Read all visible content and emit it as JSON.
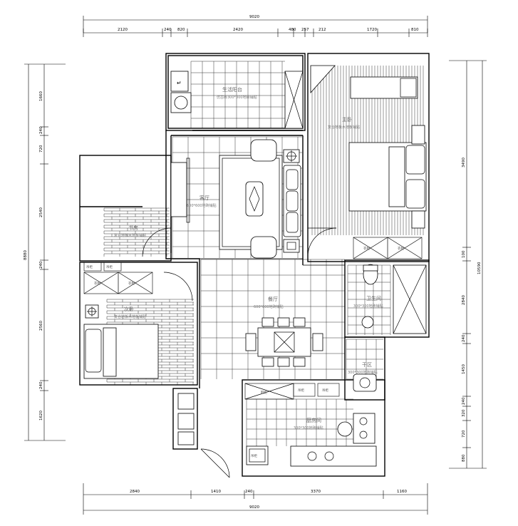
{
  "title": "",
  "dims": {
    "top_total": "9020",
    "top_parts": [
      "2120",
      "240",
      "820",
      "2420",
      "480",
      "257",
      "212",
      "1720",
      "810"
    ],
    "bottom_total": "9020",
    "bottom_parts": [
      "2840",
      "1410",
      "240",
      "3370",
      "1160"
    ],
    "left_total": "8880",
    "left_parts": [
      "1660",
      "240",
      "720",
      "2540",
      "240",
      "2560",
      "240",
      "1620"
    ],
    "right_total": "10590",
    "right_parts": [
      "3490",
      "100",
      "2840",
      "240",
      "1450",
      "240",
      "320",
      "720",
      "880"
    ]
  },
  "rooms": {
    "balcony": {
      "name": "生活阳台",
      "finish": "仿古砖300*300地砖铺贴"
    },
    "living": {
      "name": "客厅",
      "finish": "600*600地砖铺贴"
    },
    "study": {
      "name": "书房",
      "finish": "复合地板木地板铺贴"
    },
    "master": {
      "name": "主卧",
      "finish": "复合地板木地板铺贴"
    },
    "second": {
      "name": "次卧",
      "finish": "复合地板木地板铺贴"
    },
    "dining": {
      "name": "餐厅",
      "finish": "600*600地砖铺贴"
    },
    "bath": {
      "name": "卫生间",
      "finish": "300*300地砖铺贴"
    },
    "dry": {
      "name": "干区",
      "finish": "300*300地砖铺贴"
    },
    "kitchen": {
      "name": "厨房间",
      "finish": "300*300地砖铺贴"
    }
  },
  "cabinets": {
    "master_wardrobe": [
      "衣柜",
      "衣柜"
    ],
    "second_wardrobe": [
      "衣柜",
      "衣柜"
    ],
    "second_top": [
      "吊柜",
      "吊柜"
    ],
    "shoe": "鞋柜",
    "dry_cab": [
      "吊柜",
      "吊柜",
      "吊柜"
    ],
    "kitchen_cab": "吊柜"
  },
  "legend_colors": {
    "line": "#000000",
    "label": "#666666"
  }
}
